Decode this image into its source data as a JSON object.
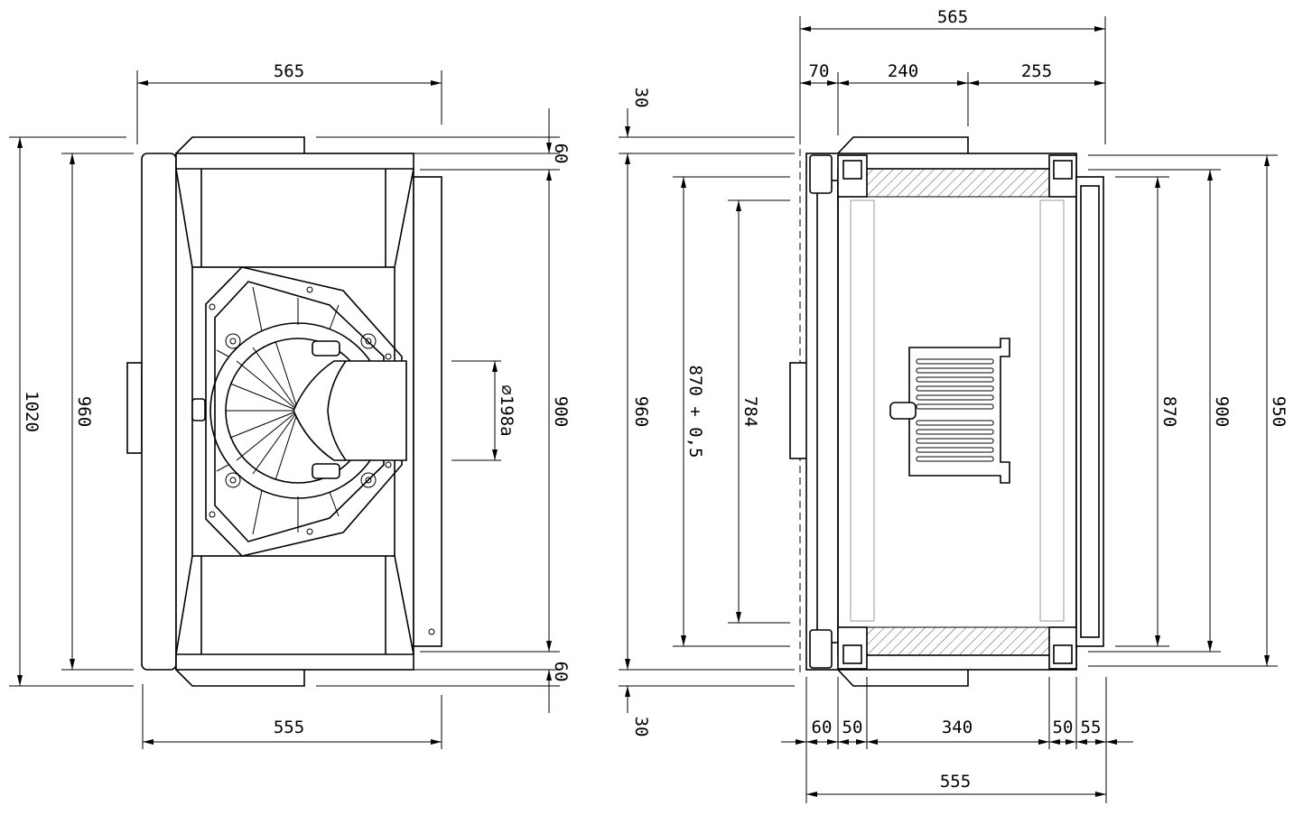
{
  "left_view": {
    "dims": {
      "width_top": "565",
      "width_bottom": "555",
      "height_overall": "1020",
      "height_flange": "960",
      "height_body": "900",
      "offset_top": "60",
      "offset_bottom": "60",
      "motor_diameter": "⌀198a"
    }
  },
  "right_view": {
    "dims": {
      "width_top": "565",
      "seg_top_1": "70",
      "seg_top_2": "240",
      "seg_top_3": "255",
      "offset_top": "30",
      "offset_bottom": "30",
      "height_flange": "960",
      "height_opening": "870 + 0,5",
      "height_inner": "784",
      "height_right_inner": "870",
      "height_right_body": "900",
      "height_right_outer": "950",
      "seg_bottom_1": "60",
      "seg_bottom_2": "50",
      "seg_bottom_3": "340",
      "seg_bottom_4": "50",
      "seg_bottom_5": "55",
      "width_bottom": "555"
    }
  }
}
